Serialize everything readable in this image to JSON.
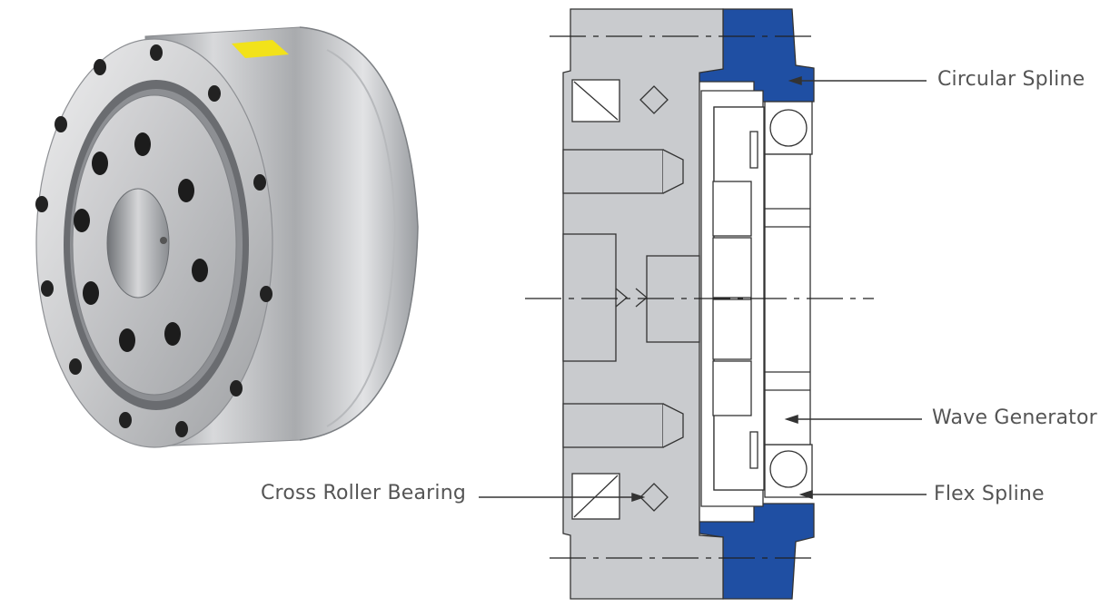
{
  "labels": {
    "circular_spline": "Circular Spline",
    "wave_generator": "Wave Generator",
    "flex_spline": "Flex Spline",
    "cross_roller_bearing": "Cross Roller Bearing"
  },
  "colors": {
    "circular_spline_blue": "#1f4fa3",
    "section_gray": "#c9cbce",
    "outline": "#333333",
    "label_text": "#555555"
  }
}
